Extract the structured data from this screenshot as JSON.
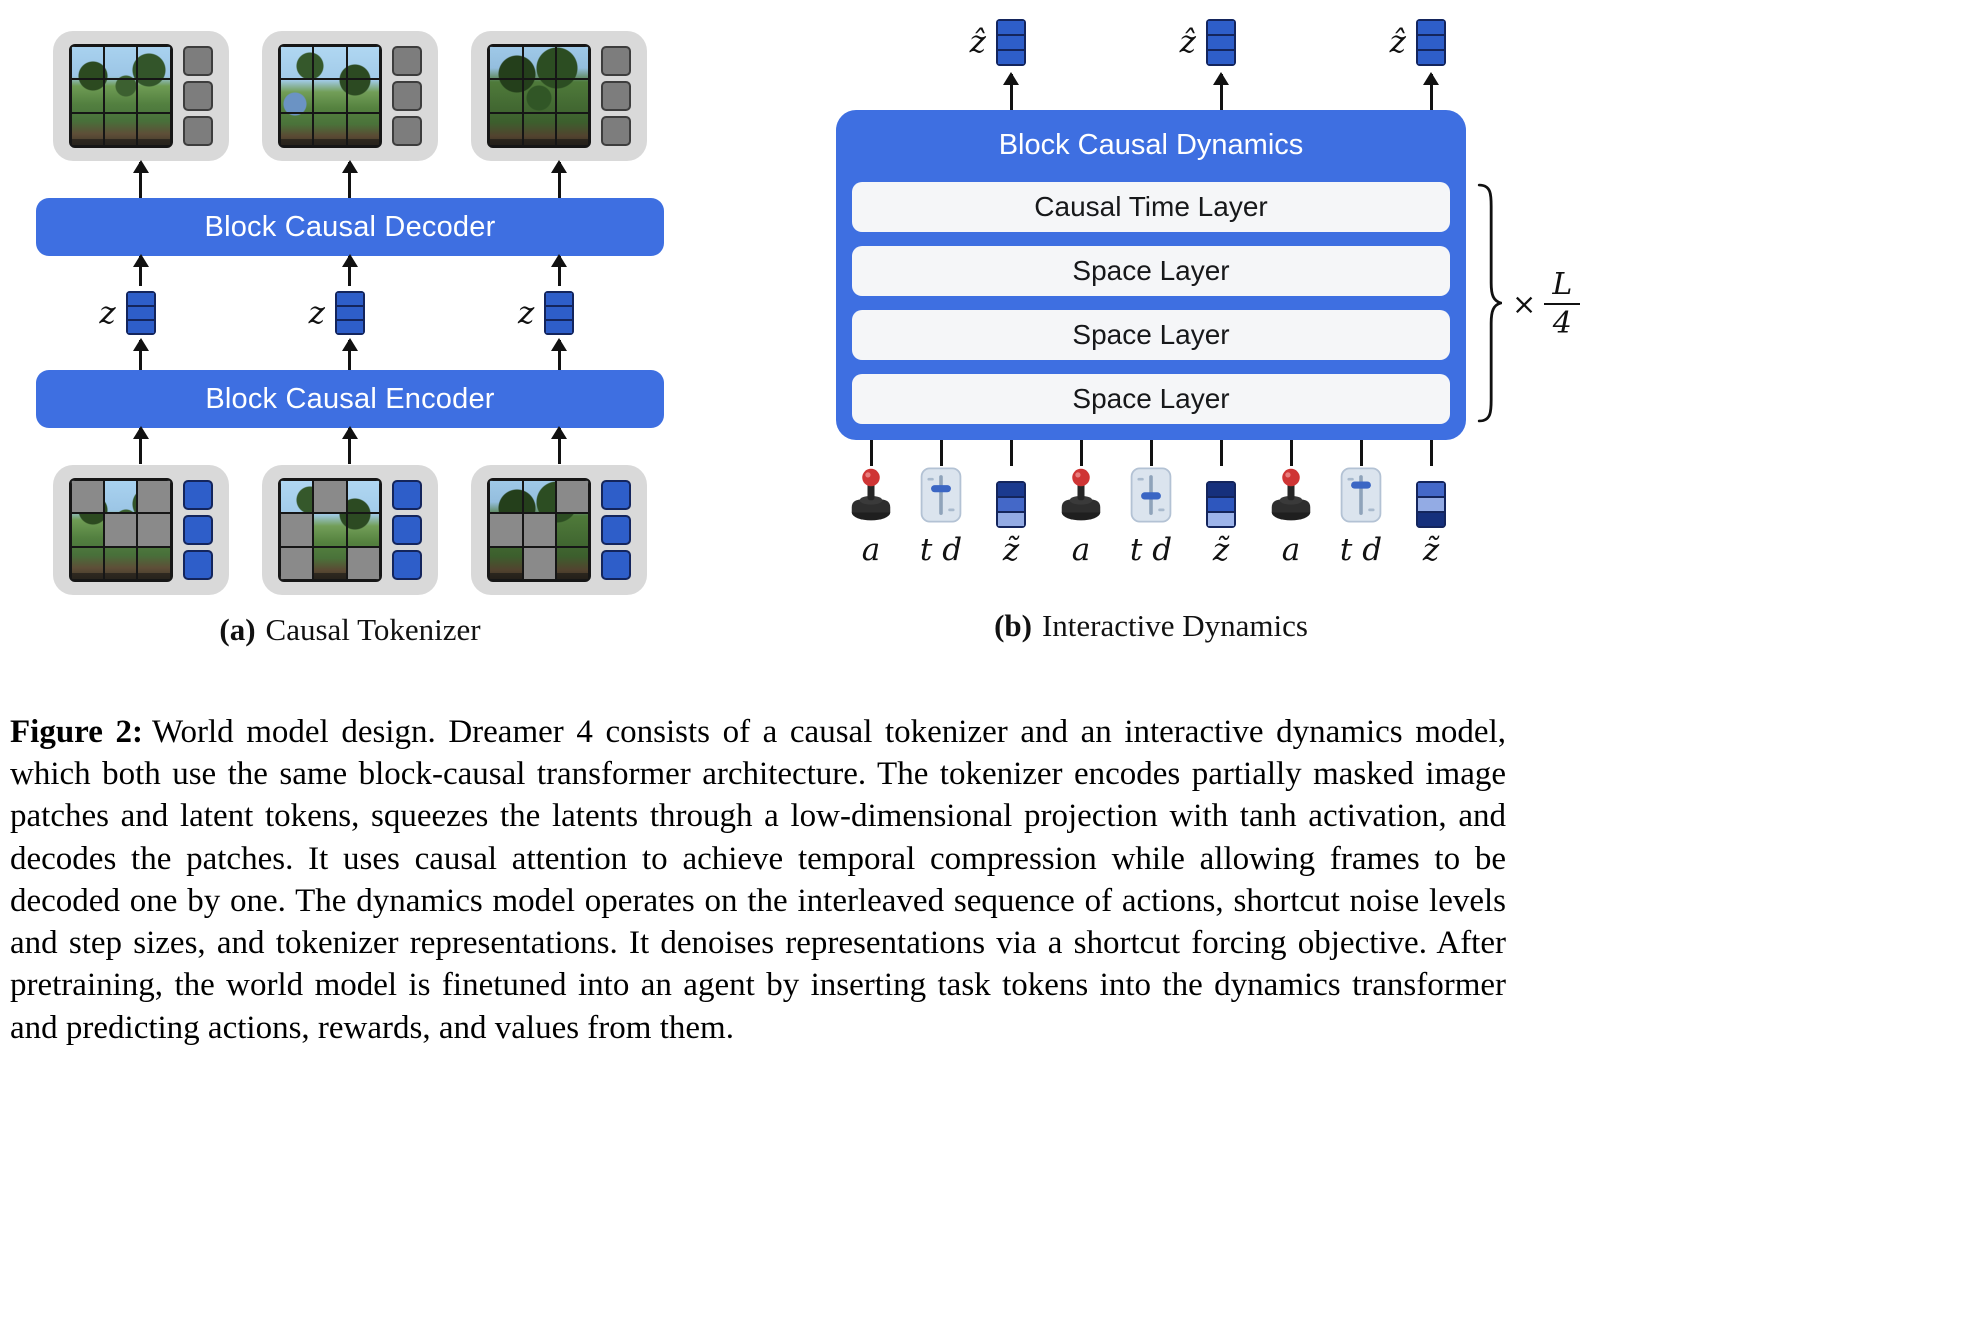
{
  "panel_a": {
    "decoder_label": "Block Causal Decoder",
    "encoder_label": "Block Causal Encoder",
    "latent_label": "z",
    "caption_label": "(a)",
    "caption_text": "Causal Tokenizer",
    "top_masks": [
      [
        0,
        0,
        0,
        0,
        0,
        0,
        0,
        0,
        0
      ],
      [
        0,
        0,
        0,
        0,
        0,
        0,
        0,
        0,
        0
      ],
      [
        0,
        0,
        0,
        0,
        0,
        0,
        0,
        0,
        0
      ]
    ],
    "bottom_masks": [
      [
        1,
        0,
        1,
        0,
        1,
        1,
        0,
        0,
        0
      ],
      [
        0,
        1,
        0,
        1,
        0,
        0,
        1,
        0,
        1
      ],
      [
        0,
        0,
        1,
        1,
        1,
        0,
        0,
        1,
        0
      ]
    ]
  },
  "panel_b": {
    "title": "Block Causal Dynamics",
    "layers": [
      "Causal Time Layer",
      "Space Layer",
      "Space Layer",
      "Space Layer"
    ],
    "repeat": {
      "multiply": "×",
      "numerator": "L",
      "denominator": "4"
    },
    "output_label": "ẑ",
    "input_labels": {
      "action": "a",
      "timestep": "t d",
      "latent": "z̃"
    },
    "caption_label": "(b)",
    "caption_text": "Interactive Dynamics",
    "icons": {
      "action": "joystick-icon",
      "timestep": "slider-icon"
    }
  },
  "figure_caption": {
    "label": "Figure 2:",
    "text": "World model design. Dreamer 4 consists of a causal tokenizer and an interactive dynamics model, which both use the same block-causal transformer architecture. The tokenizer encodes partially masked image patches and latent tokens, squeezes the latents through a low-dimensional projection with tanh activation, and decodes the patches. It uses causal attention to achieve temporal compression while allowing frames to be decoded one by one. The dynamics model operates on the interleaved sequence of actions, shortcut noise levels and step sizes, and tokenizer representations. It denoises representations via a shortcut forcing objective. After pretraining, the world model is finetuned into an agent by inserting task tokens into the dynamics transformer and predicting actions, rewards, and values from them."
  },
  "colors": {
    "accent-blue": "#3e6fe1",
    "token-blue": "#2e5ec9",
    "token-border": "#14255c",
    "box-gray": "#d9d9d9",
    "mask-gray": "#8a8a8a",
    "layer-bg": "#f5f6f8"
  }
}
